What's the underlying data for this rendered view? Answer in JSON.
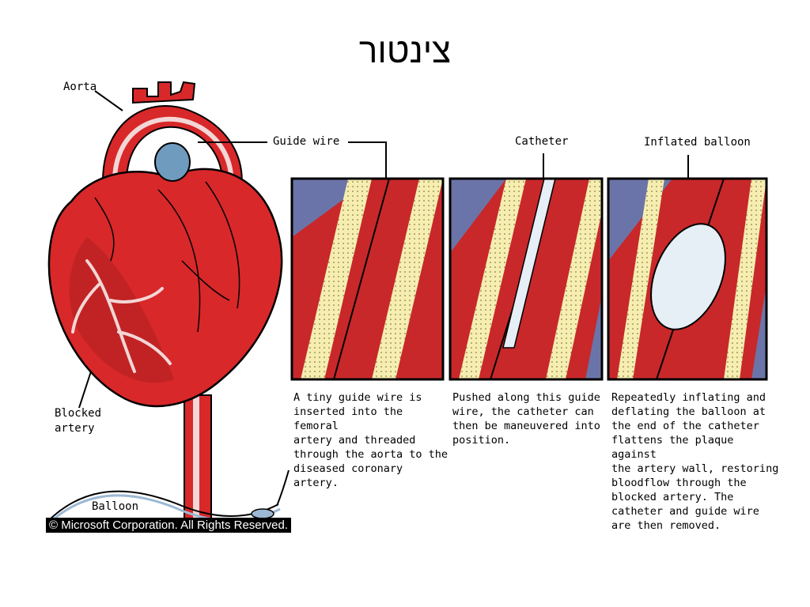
{
  "slide": {
    "title": "צינטור"
  },
  "diagram": {
    "labels": {
      "aorta": "Aorta",
      "guide_wire": "Guide wire",
      "catheter": "Catheter",
      "inflated_balloon": "Inflated balloon",
      "blocked_artery": "Blocked\nartery",
      "balloon": "Balloon"
    },
    "captions": {
      "step1": "A tiny guide wire is\ninserted into the femoral\nartery and threaded\nthrough the aorta to the\ndiseased coronary\nartery.",
      "step2": "Pushed along this guide\nwire, the catheter can\nthen be maneuvered into\nposition.",
      "step3": "Repeatedly inflating and\ndeflating the balloon at\nthe end of the catheter\nflattens the plaque against\nthe artery wall, restoring\nbloodflow through the\nblocked artery. The\ncatheter and guide wire\nare then removed."
    },
    "copyright": "© Microsoft Corporation. All Rights Reserved.",
    "colors": {
      "heart_red": "#d8282a",
      "heart_dark": "#8e1416",
      "vessel_white": "#f3d6d6",
      "valve_blue": "#6f9bbf",
      "plaque_yellow": "#f6eeb0",
      "artery_red": "#c8282a",
      "outer_blue": "#6b74a8",
      "balloon_white": "#e6eef6"
    }
  }
}
